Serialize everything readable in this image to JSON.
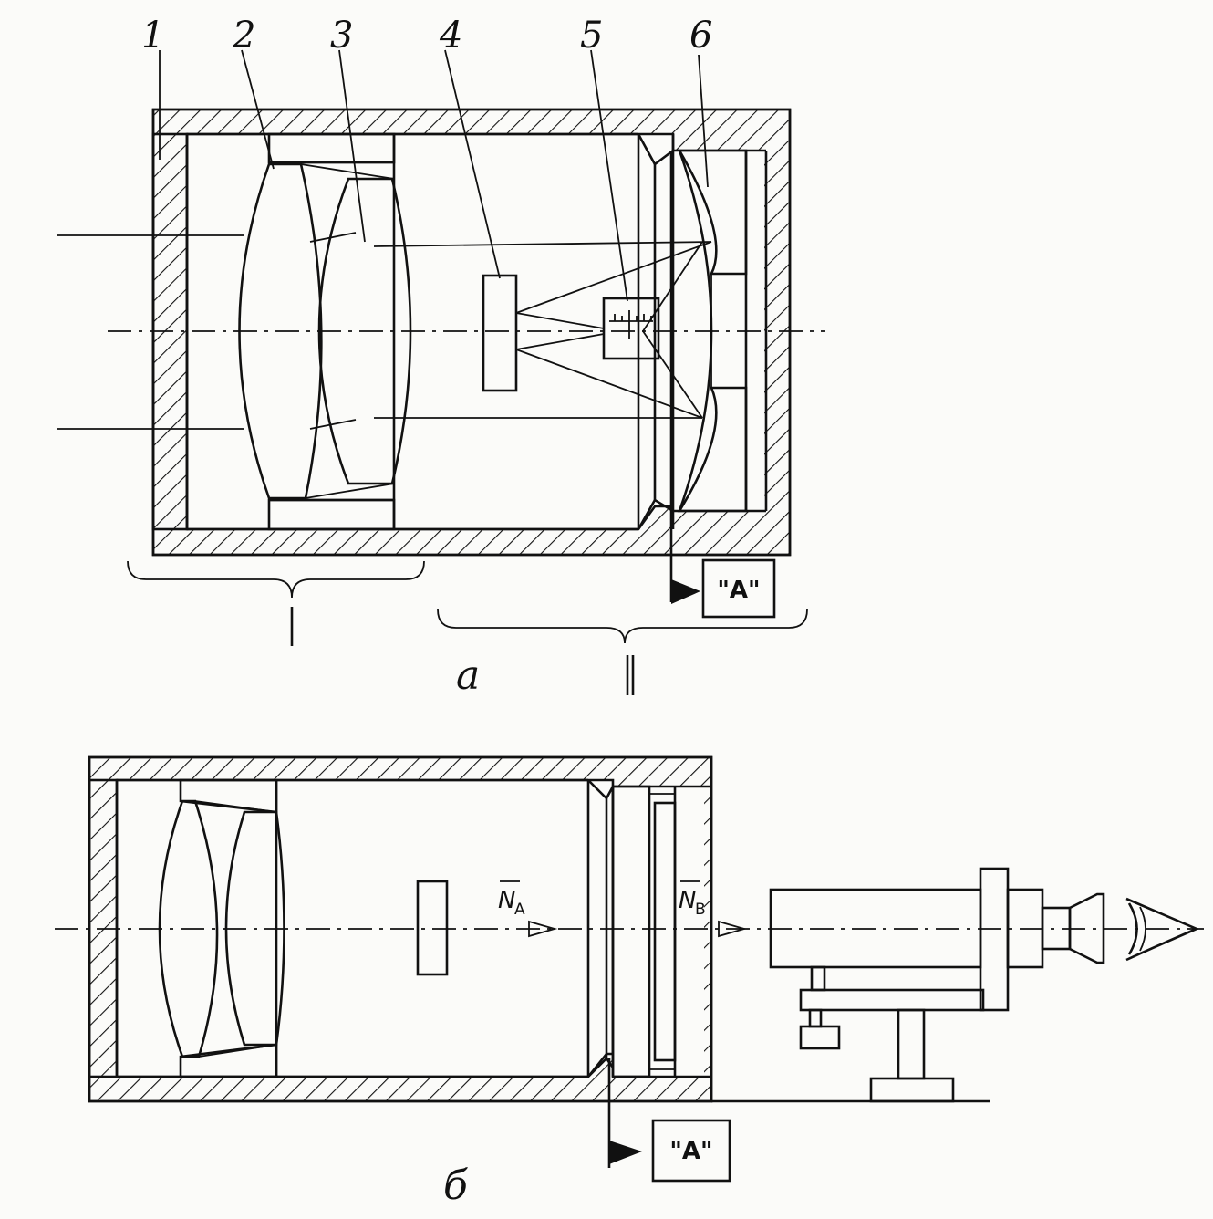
{
  "figure_a": {
    "part_numbers": [
      "1",
      "2",
      "3",
      "4",
      "5",
      "6"
    ],
    "group_labels": [
      "I",
      "II"
    ],
    "marker_label": "\"A\"",
    "caption": "а"
  },
  "figure_b": {
    "vector_a": {
      "symbol": "N",
      "subscript": "A"
    },
    "vector_b": {
      "symbol": "N",
      "subscript": "B"
    },
    "marker_label": "\"A\"",
    "caption": "б"
  }
}
